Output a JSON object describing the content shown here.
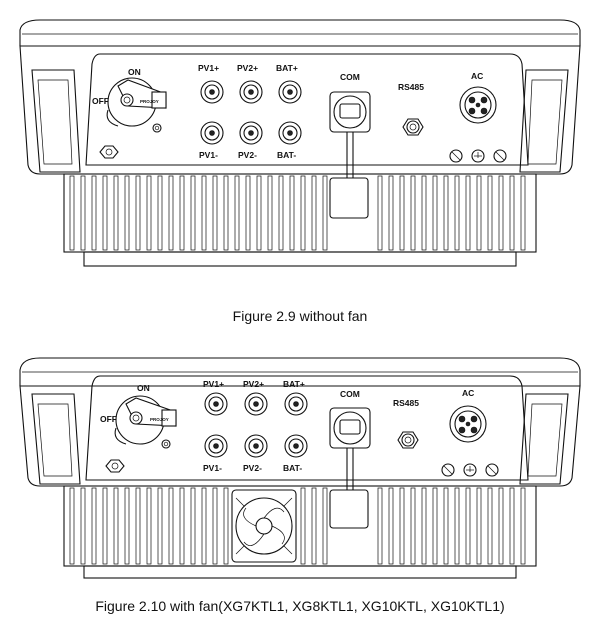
{
  "figure1": {
    "caption": "Figure 2.9 without fan",
    "switch_on": "ON",
    "switch_off": "OFF",
    "switch_brand": "PROJOY",
    "pv1_plus": "PV1+",
    "pv2_plus": "PV2+",
    "bat_plus": "BAT+",
    "pv1_minus": "PV1-",
    "pv2_minus": "PV2-",
    "bat_minus": "BAT-",
    "com": "COM",
    "rs485": "RS485",
    "ac": "AC"
  },
  "figure2": {
    "caption": "Figure 2.10 with fan(XG7KTL1, XG8KTL1, XG10KTL, XG10KTL1)",
    "switch_on": "ON",
    "switch_off": "OFF",
    "switch_brand": "PROJOY",
    "pv1_plus": "PV1+",
    "pv2_plus": "PV2+",
    "bat_plus": "BAT+",
    "pv1_minus": "PV1-",
    "pv2_minus": "PV2-",
    "bat_minus": "BAT-",
    "com": "COM",
    "rs485": "RS485",
    "ac": "AC"
  }
}
